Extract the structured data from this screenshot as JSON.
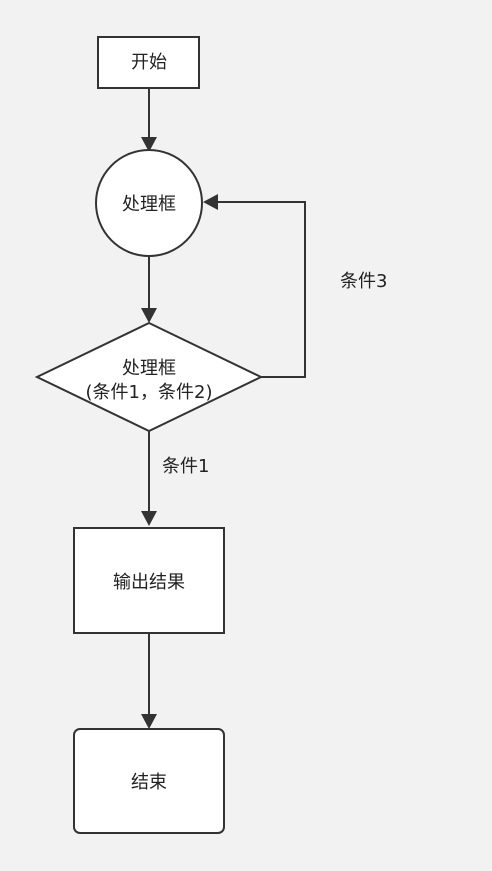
{
  "nodes": {
    "start": {
      "label": "开始"
    },
    "process": {
      "label": "处理框"
    },
    "decision": {
      "label_line1": "处理框",
      "label_line2": "(条件1，条件2)"
    },
    "output": {
      "label": "输出结果"
    },
    "end": {
      "label": "结束"
    }
  },
  "edges": {
    "loop_back": {
      "label": "条件3"
    },
    "to_output": {
      "label": "条件1"
    }
  }
}
